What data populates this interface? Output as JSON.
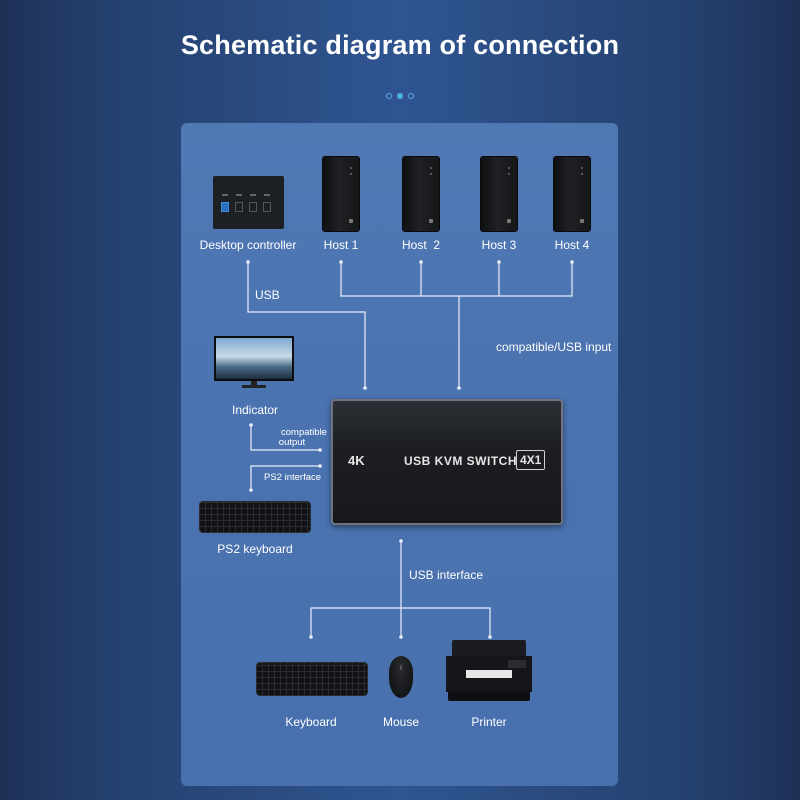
{
  "title": "Schematic diagram of connection",
  "pager": {
    "count": 3,
    "active": 1
  },
  "colors": {
    "panel": "#4a73b0",
    "wire": "#e8eef8",
    "accent": "#4fb0e8"
  },
  "devices": {
    "controller": "Desktop controller",
    "hosts": [
      "Host 1",
      "Host  2",
      "Host 3",
      "Host 4"
    ],
    "indicator": "Indicator",
    "ps2_keyboard": "PS2 keyboard",
    "keyboard": "Keyboard",
    "mouse": "Mouse",
    "printer": "Printer"
  },
  "links": {
    "usb": "USB",
    "compatible_usb_input": "compatible/USB input",
    "compatible_output_1": "compatible",
    "compatible_output_2": "output",
    "ps2_interface": "PS2 interface",
    "usb_interface": "USB interface"
  },
  "kvm": {
    "resolution": "4K",
    "name": "USB KVM SWITCH",
    "ports": "4X1"
  }
}
